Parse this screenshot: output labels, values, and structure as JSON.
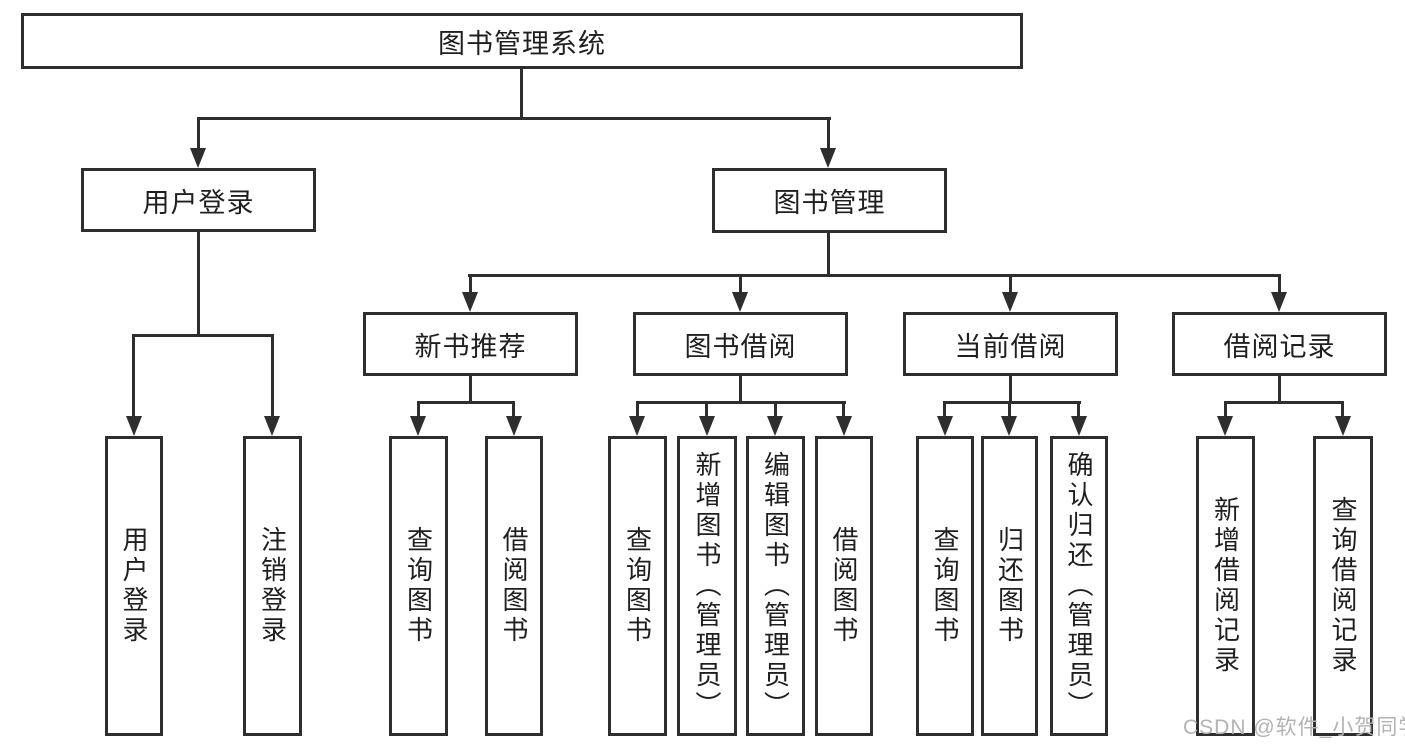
{
  "diagram": {
    "title": "图书管理系统",
    "type": "functional-structure-tree",
    "nodes": {
      "root": "图书管理系统",
      "user_login": "用户登录",
      "book_mgmt": "图书管理",
      "new_rec": "新书推荐",
      "book_borrow": "图书借阅",
      "current_borrow": "当前借阅",
      "borrow_records": "借阅记录",
      "leaf_user_login": "用户登录",
      "leaf_logout": "注销登录",
      "leaf_rec_query": "查询图书",
      "leaf_rec_borrow": "借阅图书",
      "leaf_bb_query": "查询图书",
      "leaf_bb_add": "新增图书（管理员）",
      "leaf_bb_edit": "编辑图书（管理员）",
      "leaf_bb_borrow": "借阅图书",
      "leaf_cb_query": "查询图书",
      "leaf_cb_return": "归还图书",
      "leaf_cb_confirm": "确认归还（管理员）",
      "leaf_br_add": "新增借阅记录",
      "leaf_br_query": "查询借阅记录"
    },
    "edges": [
      [
        "图书管理系统",
        "用户登录"
      ],
      [
        "图书管理系统",
        "图书管理"
      ],
      [
        "用户登录",
        "用户登录"
      ],
      [
        "用户登录",
        "注销登录"
      ],
      [
        "图书管理",
        "新书推荐"
      ],
      [
        "图书管理",
        "图书借阅"
      ],
      [
        "图书管理",
        "当前借阅"
      ],
      [
        "图书管理",
        "借阅记录"
      ],
      [
        "新书推荐",
        "查询图书"
      ],
      [
        "新书推荐",
        "借阅图书"
      ],
      [
        "图书借阅",
        "查询图书"
      ],
      [
        "图书借阅",
        "新增图书（管理员）"
      ],
      [
        "图书借阅",
        "编辑图书（管理员）"
      ],
      [
        "图书借阅",
        "借阅图书"
      ],
      [
        "当前借阅",
        "查询图书"
      ],
      [
        "当前借阅",
        "归还图书"
      ],
      [
        "当前借阅",
        "确认归还（管理员）"
      ],
      [
        "借阅记录",
        "新增借阅记录"
      ],
      [
        "借阅记录",
        "查询借阅记录"
      ]
    ],
    "colors": {
      "line": "#2e2e2e",
      "text": "#1f1f1f",
      "box_background": "#ffffff",
      "page_background": "#ffffff",
      "watermark": "#b3b3b3"
    }
  },
  "watermark": {
    "text": "CSDN @软件_小贺同学"
  }
}
